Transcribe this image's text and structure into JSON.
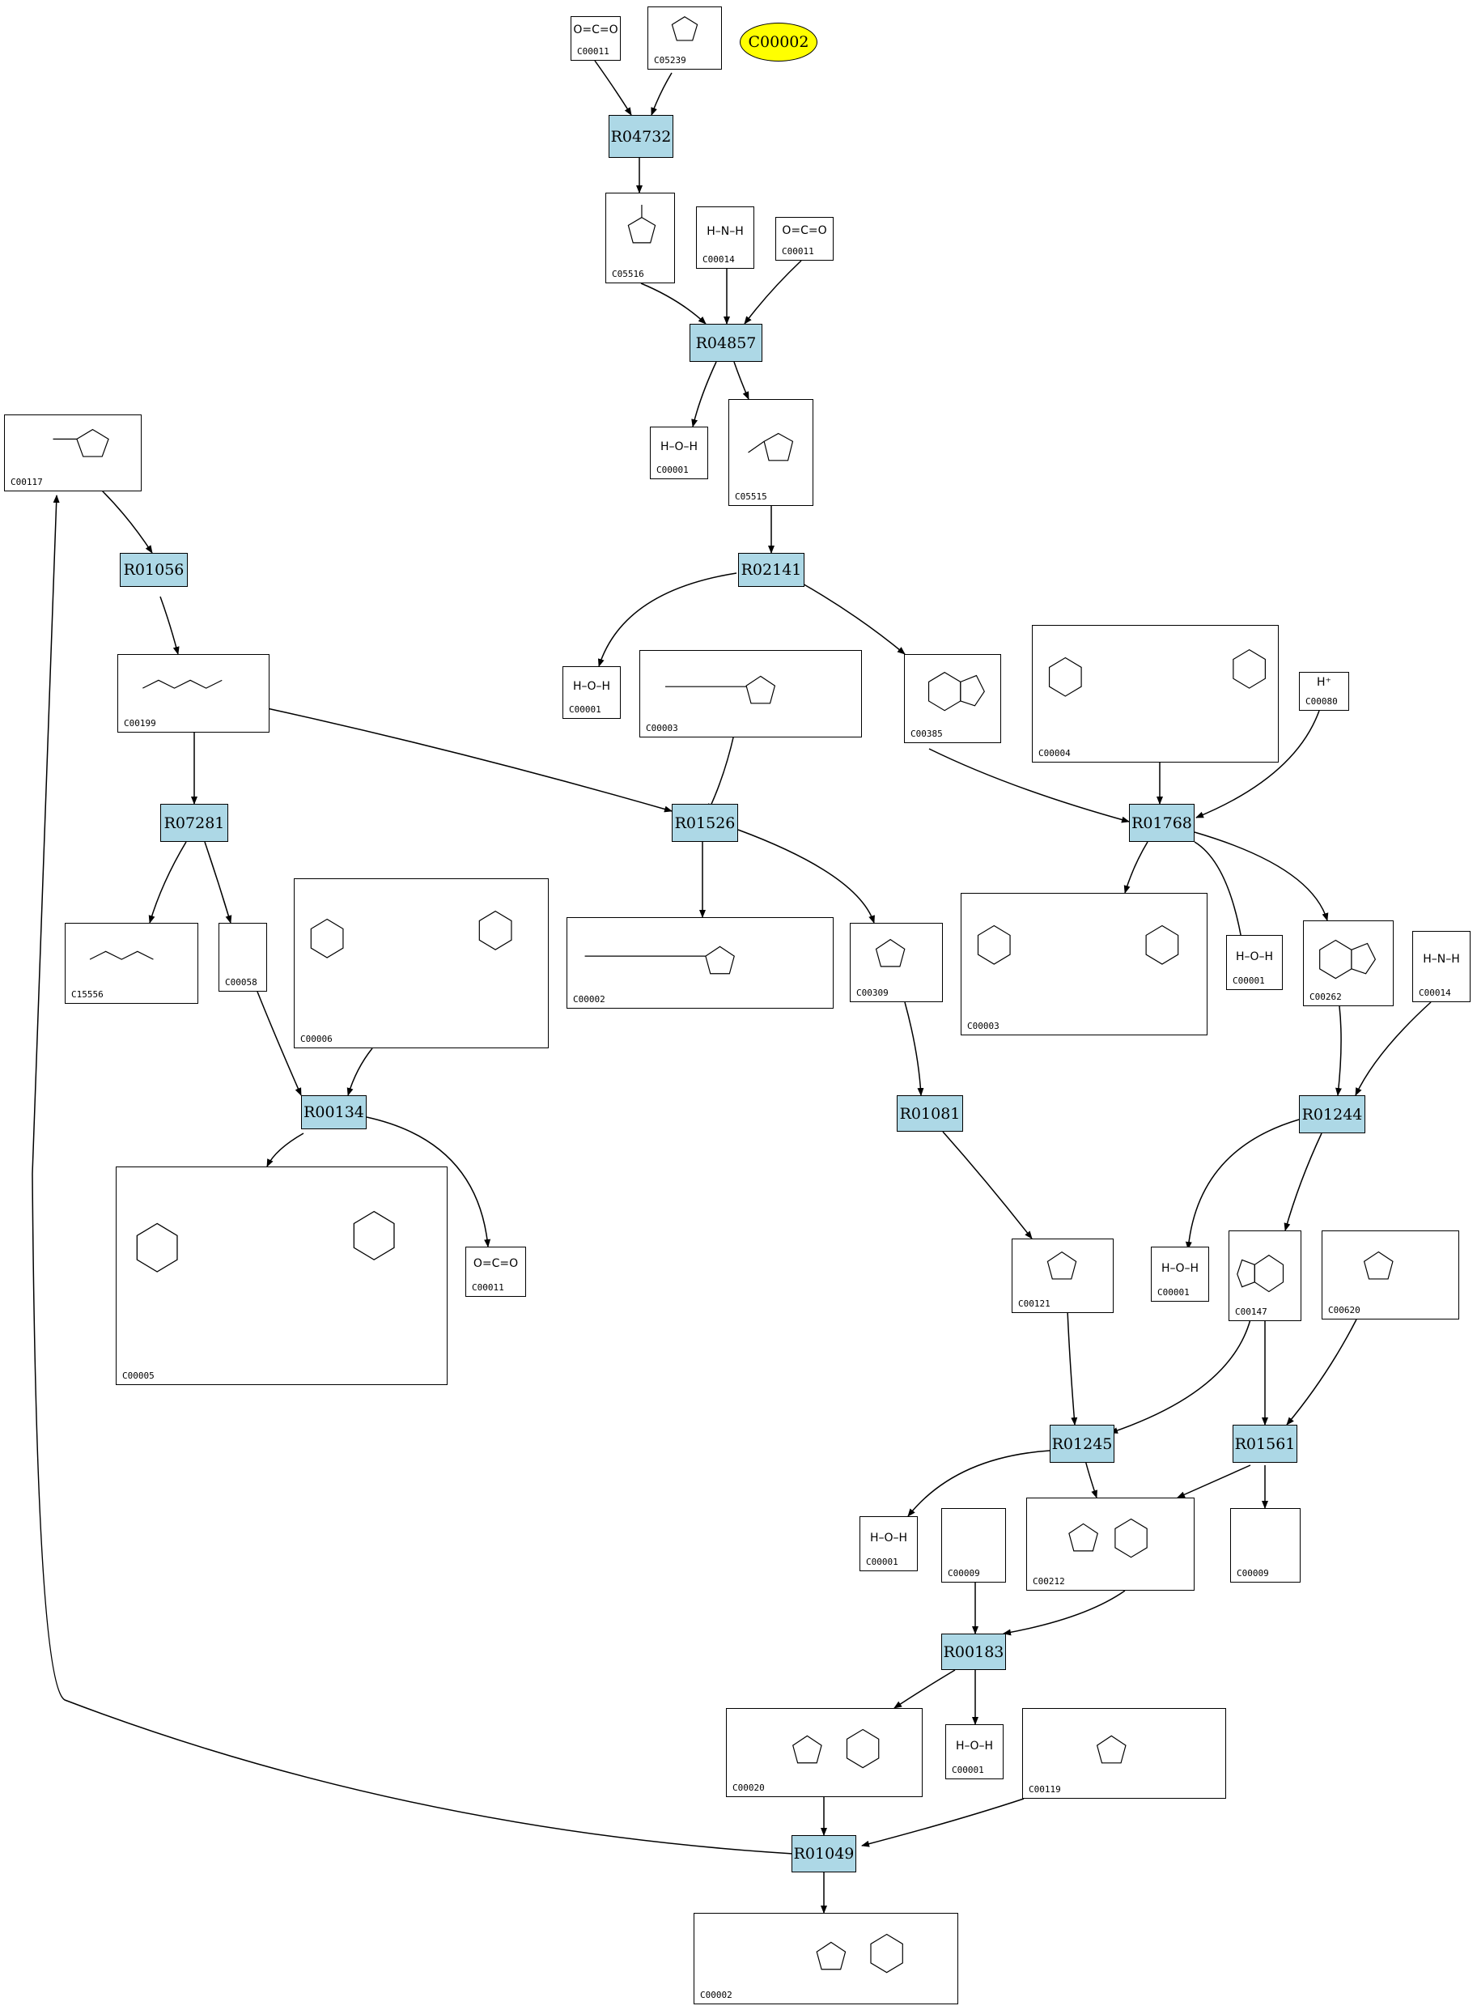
{
  "colors": {
    "reaction_fill": "#add8e6",
    "start_fill": "#ffff00",
    "compound_fill": "#ffffff",
    "line": "#000000"
  },
  "start_node": "C00002",
  "reactions": [
    "R04732",
    "R04857",
    "R02141",
    "R01056",
    "R07281",
    "R01526",
    "R01768",
    "R00134",
    "R01081",
    "R01244",
    "R01245",
    "R01561",
    "R00183",
    "R01049"
  ],
  "compounds": [
    {
      "id": "C00011",
      "formula": "O=C=O"
    },
    {
      "id": "C05239",
      "formula": "imidazole"
    },
    {
      "id": "C05516",
      "formula": ""
    },
    {
      "id": "C00014",
      "formula": "H–N–H"
    },
    {
      "id": "C00011",
      "formula": "O=C=O"
    },
    {
      "id": "C00117",
      "formula": ""
    },
    {
      "id": "C00001",
      "formula": "H–O–H"
    },
    {
      "id": "C05515",
      "formula": ""
    },
    {
      "id": "C00199",
      "formula": ""
    },
    {
      "id": "C00001",
      "formula": "H–O–H"
    },
    {
      "id": "C00003",
      "formula": ""
    },
    {
      "id": "C00385",
      "formula": ""
    },
    {
      "id": "C00004",
      "formula": ""
    },
    {
      "id": "C00080",
      "formula": "H⁺"
    },
    {
      "id": "C15556",
      "formula": ""
    },
    {
      "id": "C00058",
      "formula": ""
    },
    {
      "id": "C00006",
      "formula": ""
    },
    {
      "id": "C00002",
      "formula": ""
    },
    {
      "id": "C00309",
      "formula": ""
    },
    {
      "id": "C00003",
      "formula": ""
    },
    {
      "id": "C00001",
      "formula": "H–O–H"
    },
    {
      "id": "C00262",
      "formula": ""
    },
    {
      "id": "C00014",
      "formula": "H–N–H"
    },
    {
      "id": "C00005",
      "formula": ""
    },
    {
      "id": "C00011",
      "formula": "O=C=O"
    },
    {
      "id": "C00121",
      "formula": ""
    },
    {
      "id": "C00001",
      "formula": "H–O–H"
    },
    {
      "id": "C00147",
      "formula": ""
    },
    {
      "id": "C00620",
      "formula": ""
    },
    {
      "id": "C00001",
      "formula": "H–O–H"
    },
    {
      "id": "C00009",
      "formula": ""
    },
    {
      "id": "C00212",
      "formula": ""
    },
    {
      "id": "C00009",
      "formula": ""
    },
    {
      "id": "C00020",
      "formula": ""
    },
    {
      "id": "C00001",
      "formula": "H–O–H"
    },
    {
      "id": "C00119",
      "formula": ""
    },
    {
      "id": "C00002",
      "formula": ""
    }
  ]
}
